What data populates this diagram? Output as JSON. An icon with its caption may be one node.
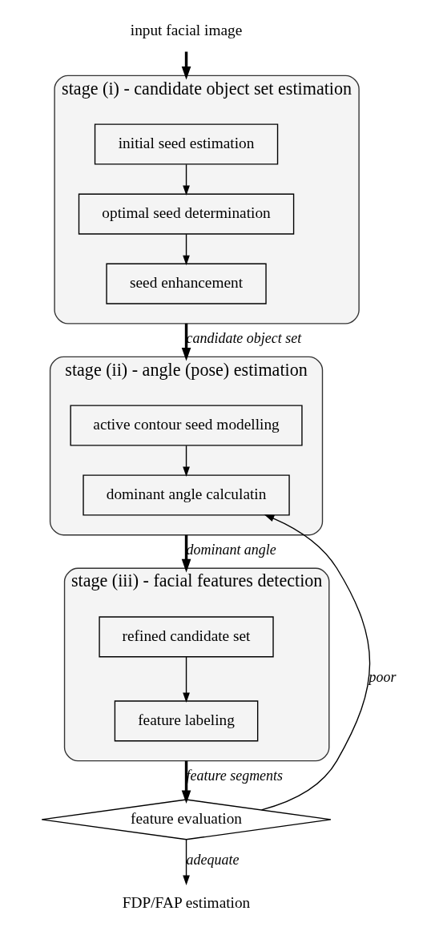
{
  "diagram": {
    "nodes": [
      {
        "text": [
          "input facial image"
        ]
      },
      {
        "text": [
          "stage (i) - candidate object set estimation"
        ]
      },
      {
        "text": [
          "initial seed estimation"
        ],
        "in": 1
      },
      {
        "text": [
          "optimal seed determination"
        ],
        "in": 1
      },
      {
        "text": [
          "seed enhancement"
        ],
        "in": 1
      },
      {
        "text": [
          "stage (ii) - angle (pose) estimation"
        ]
      },
      {
        "text": [
          "active contour seed modelling"
        ],
        "in": 5
      },
      {
        "text": [
          "dominant angle calculatin"
        ],
        "in": 5
      },
      {
        "text": [
          "stage (iii) - facial features detection"
        ]
      },
      {
        "text": [
          "refined candidate set"
        ],
        "in": 8
      },
      {
        "text": [
          "feature labeling"
        ],
        "in": 8
      },
      {
        "text": [
          "feature evaluation"
        ]
      },
      {
        "text": [
          "FDP/FAP estimation"
        ]
      }
    ],
    "edges": [
      {
        "from": 0,
        "to": 1,
        "arrow": "to",
        "style": "thick"
      },
      {
        "from": 2,
        "to": 3,
        "arrow": "to"
      },
      {
        "from": 3,
        "to": 4,
        "arrow": "to"
      },
      {
        "from": 1,
        "to": 5,
        "arrow": "to",
        "label": "candidate object set",
        "style": "thick"
      },
      {
        "from": 6,
        "to": 7,
        "arrow": "to"
      },
      {
        "from": 5,
        "to": 8,
        "arrow": "to",
        "label": "dominant angle",
        "style": "thick"
      },
      {
        "from": 9,
        "to": 10,
        "arrow": "to"
      },
      {
        "from": 8,
        "to": 11,
        "arrow": "to",
        "label": "feature segments",
        "style": "thick"
      },
      {
        "from": 11,
        "to": 7,
        "arrow": "to",
        "label": "poor"
      },
      {
        "from": 11,
        "to": 12,
        "arrow": "to",
        "label": "adequate"
      }
    ]
  }
}
